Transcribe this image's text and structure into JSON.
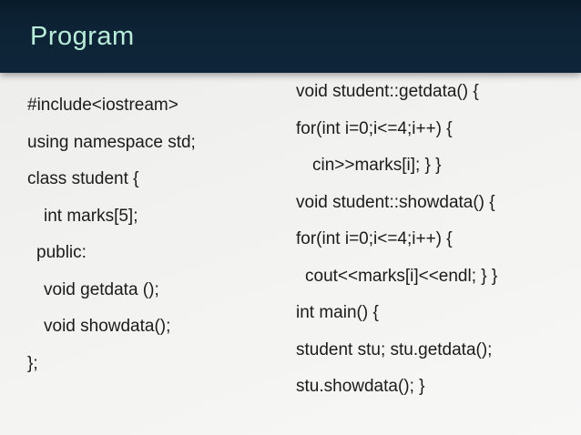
{
  "slide": {
    "title": "Program",
    "colors": {
      "header_bg": "#0d2336",
      "title_text": "#b9edd9",
      "body_bg": "#f2f2f0",
      "code_text": "#1b1b1b"
    },
    "code_left": [
      {
        "text": "#include<iostream>",
        "indent": 0
      },
      {
        "text": "using namespace std;",
        "indent": 0
      },
      {
        "text": "class student {",
        "indent": 0
      },
      {
        "text": "int marks[5];",
        "indent": 2
      },
      {
        "text": "public:",
        "indent": 1
      },
      {
        "text": "void getdata ();",
        "indent": 2
      },
      {
        "text": "void showdata();",
        "indent": 2
      },
      {
        "text": "};",
        "indent": 0
      }
    ],
    "code_right": [
      {
        "text": "void student::getdata() {",
        "indent": 0
      },
      {
        "text": "for(int i=0;i<=4;i++) {",
        "indent": 0
      },
      {
        "text": "cin>>marks[i]; } }",
        "indent": 2
      },
      {
        "text": "void student::showdata() {",
        "indent": 0
      },
      {
        "text": "for(int i=0;i<=4;i++) {",
        "indent": 0
      },
      {
        "text": "cout<<marks[i]<<endl; } }",
        "indent": 1
      },
      {
        "text": "int main() {",
        "indent": 0
      },
      {
        "text": "student stu; stu.getdata();",
        "indent": 0
      },
      {
        "text": "stu.showdata(); }",
        "indent": 0
      }
    ]
  }
}
